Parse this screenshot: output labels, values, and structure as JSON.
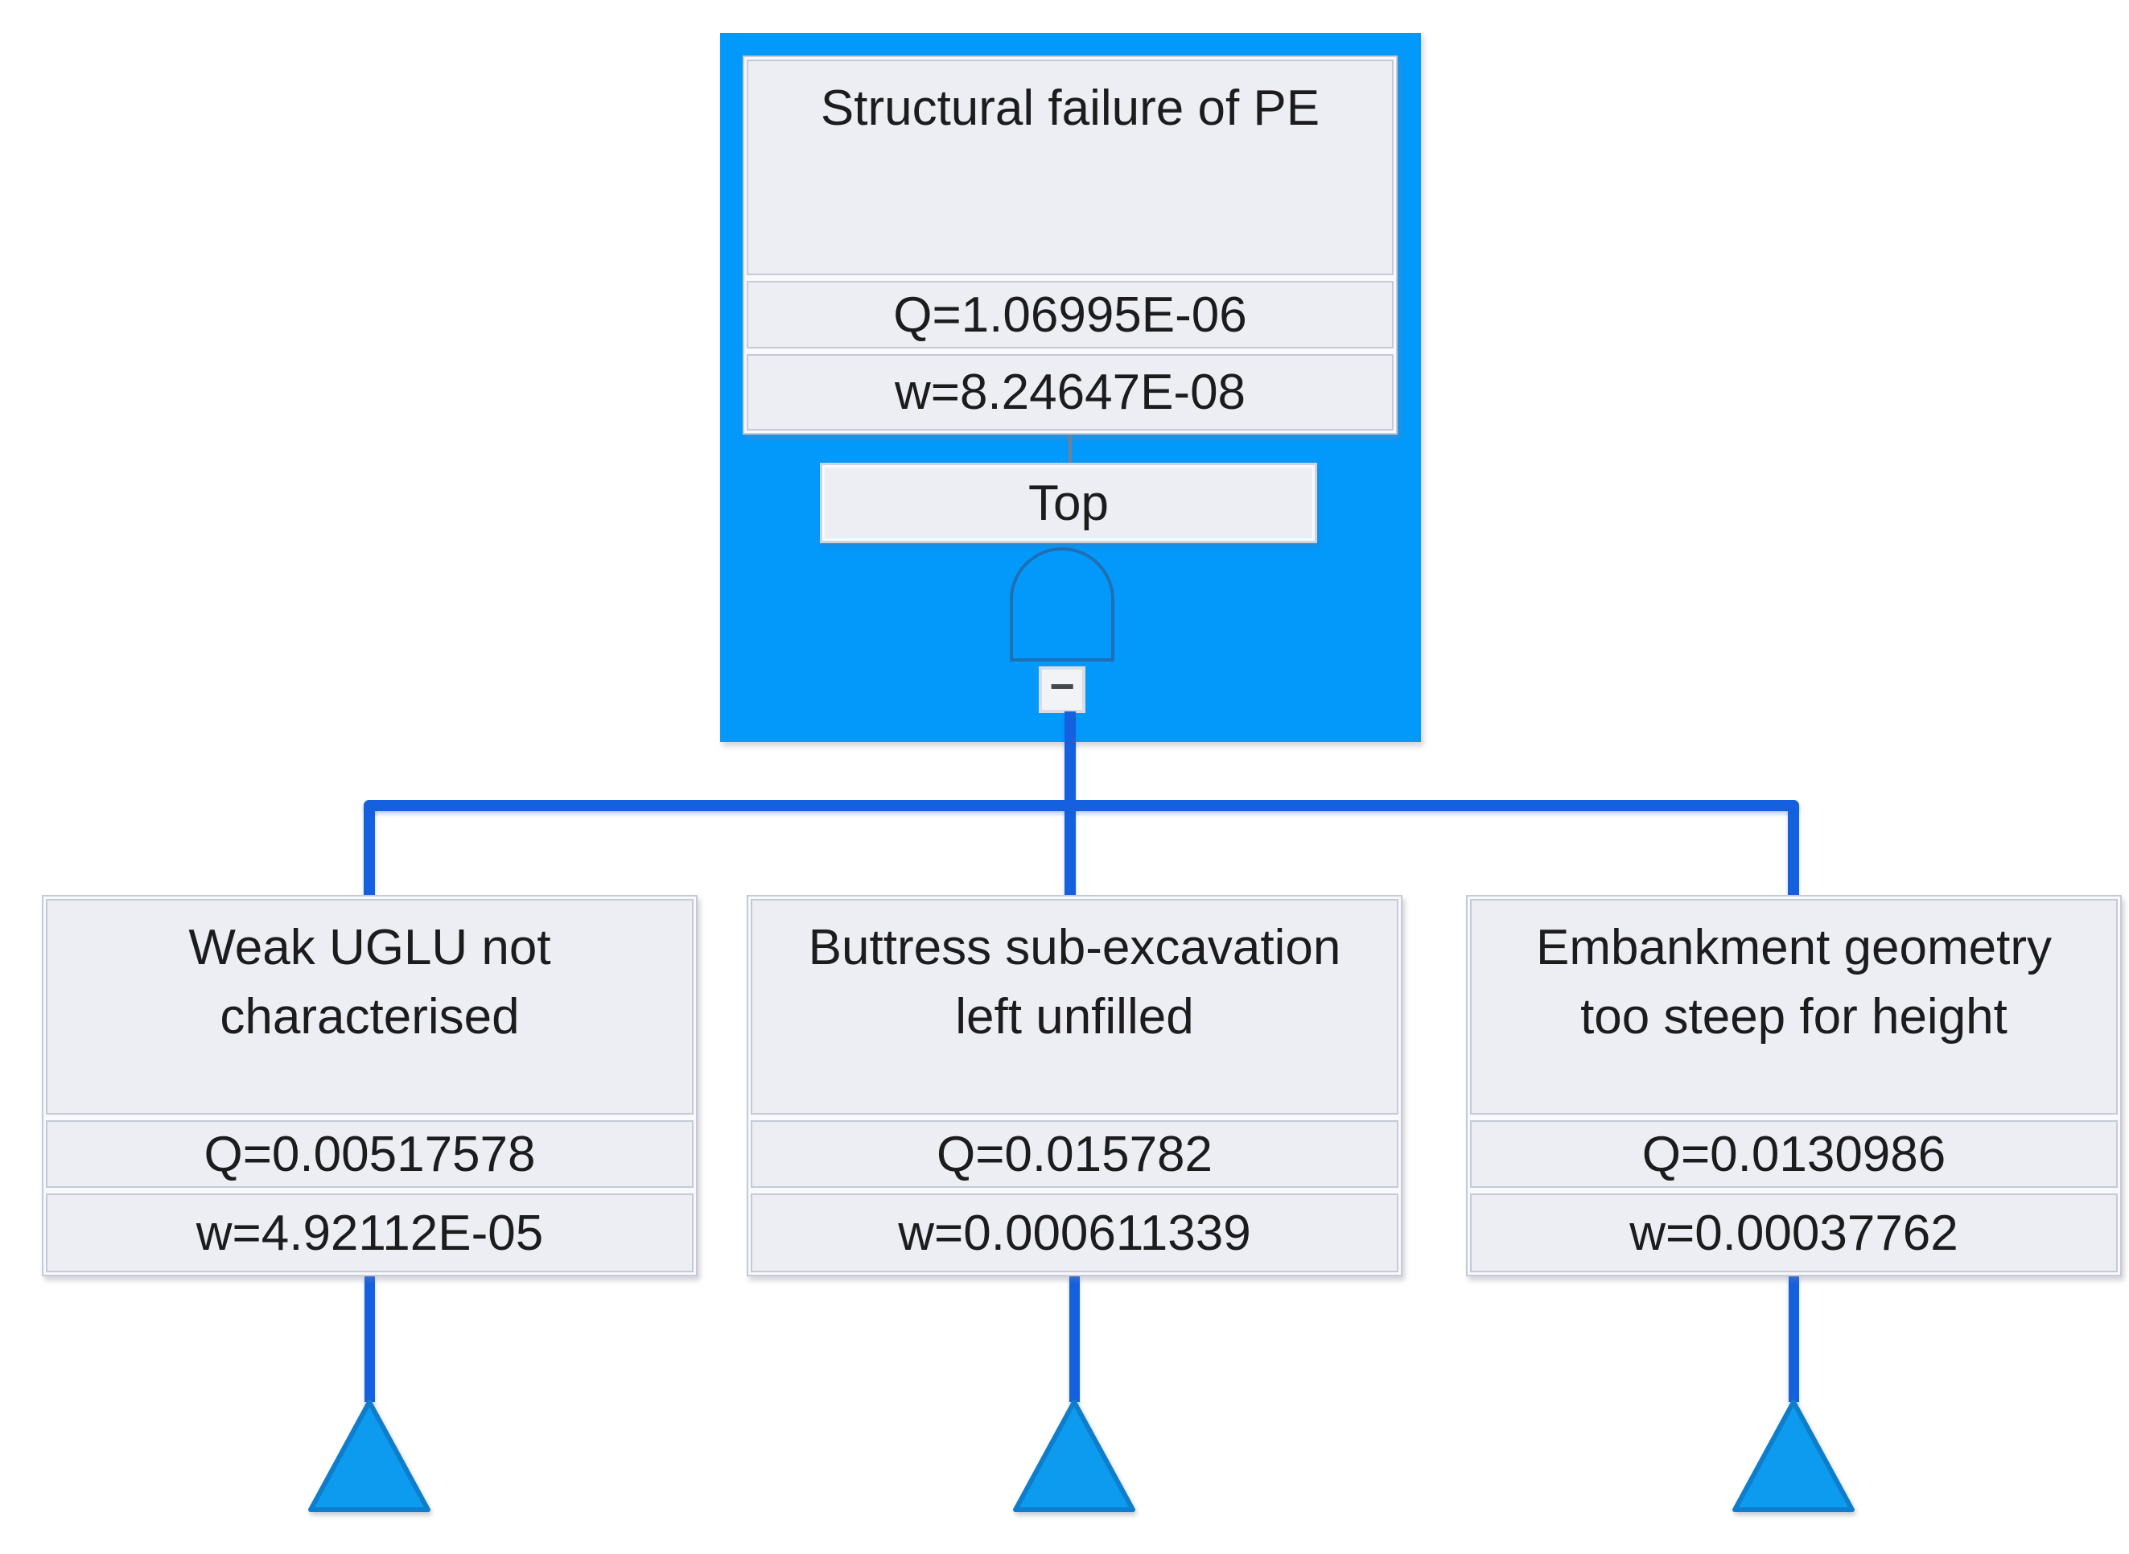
{
  "tree": {
    "top_event": {
      "title": "Structural failure of PE",
      "q_value": "Q=1.06995E-06",
      "w_value": "w=8.24647E-08",
      "gate_name": "Top",
      "gate_type": "AND",
      "collapse_glyph": "−"
    },
    "basic_events": [
      {
        "title": "Weak UGLU not\ncharacterised",
        "q_value": "Q=0.00517578",
        "w_value": "w=4.92112E-05"
      },
      {
        "title": "Buttress sub-excavation\nleft unfilled",
        "q_value": "Q=0.015782",
        "w_value": "w=0.000611339"
      },
      {
        "title": "Embankment geometry\ntoo steep for height",
        "q_value": "Q=0.0130986",
        "w_value": "w=0.00037762"
      }
    ],
    "colors": {
      "node_highlight": "#0399FB",
      "connector": "#1560DF",
      "panel_fill": "#EDEEF3",
      "panel_backing": "#F8F9FC",
      "panel_border": "#C6CAD6",
      "gate_outline": "#1F6FB4",
      "triangle_fill": "#0D9BEF",
      "triangle_border": "#0E7ECC",
      "text": "#1C1C1E"
    }
  }
}
